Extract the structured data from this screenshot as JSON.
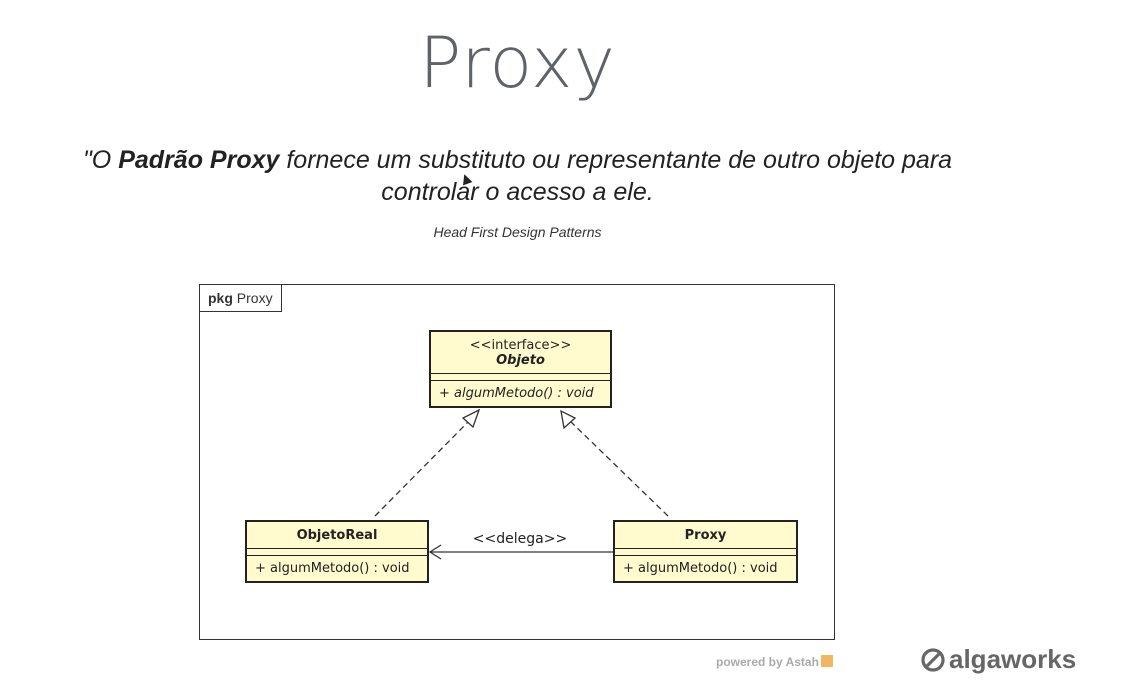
{
  "slide": {
    "title": "Proxy",
    "quote": {
      "open": "\"O ",
      "emphasis": "Padrão Proxy",
      "rest": " fornece um substituto ou representante de outro objeto para controlar o acesso a ele."
    },
    "source": "Head First Design Patterns"
  },
  "diagram": {
    "frame": {
      "keyword": "pkg",
      "name": "Proxy"
    },
    "interface": {
      "stereotype": "<<interface>>",
      "name": "Objeto",
      "operation": "+ algumMetodo() : void"
    },
    "real_subject": {
      "name": "ObjetoReal",
      "operation": "+ algumMetodo() : void"
    },
    "proxy": {
      "name": "Proxy",
      "operation": "+ algumMetodo() : void"
    },
    "delegation_label": "<<delega>>"
  },
  "footer": {
    "powered_by": "powered by Astah",
    "logo_text": "algaworks",
    "logo_icon": "algaworks-logo-icon"
  }
}
